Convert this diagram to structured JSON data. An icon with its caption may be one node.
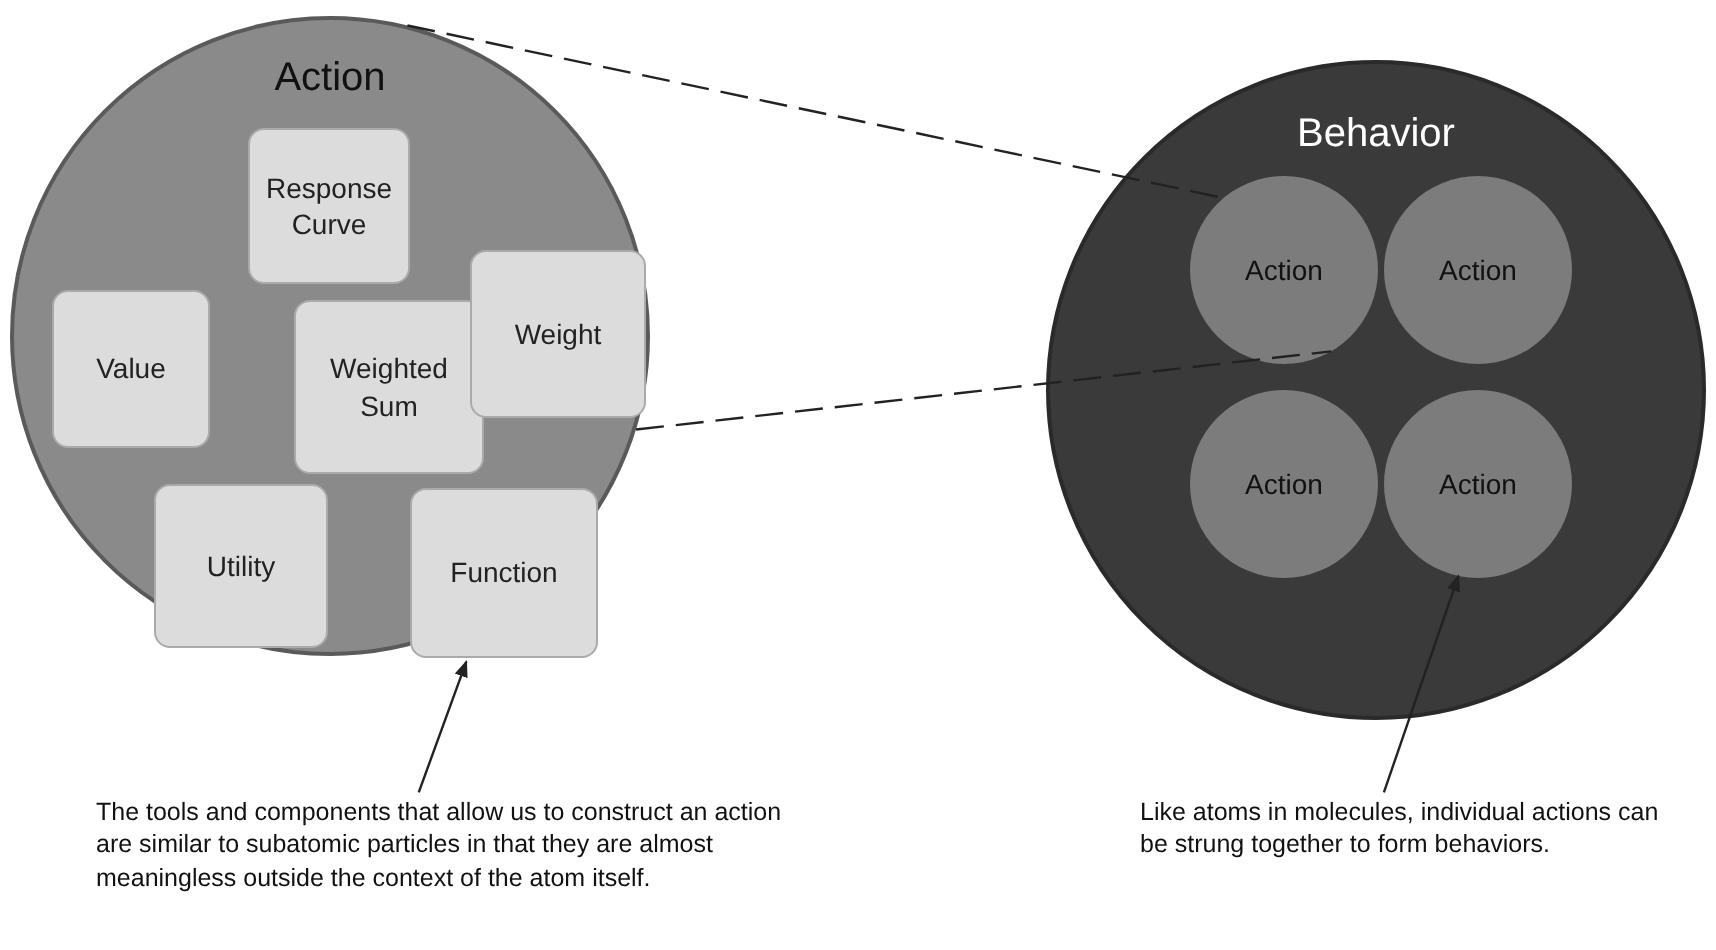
{
  "diagram": {
    "nodes": [
      {
        "text": [
          "Action"
        ]
      },
      {
        "text": [
          "Response Curve"
        ],
        "in": 0
      },
      {
        "text": [
          "Value"
        ],
        "in": 0
      },
      {
        "text": [
          "Weighted Sum"
        ],
        "in": 0
      },
      {
        "text": [
          "Weight"
        ],
        "in": 0
      },
      {
        "text": [
          "Utility"
        ],
        "in": 0
      },
      {
        "text": [
          "Function"
        ],
        "in": 0
      },
      {
        "text": [
          "Behavior"
        ]
      },
      {
        "text": [
          "Action"
        ],
        "in": 7
      },
      {
        "text": [
          "Action"
        ],
        "in": 7
      },
      {
        "text": [
          "Action"
        ],
        "in": 7
      },
      {
        "text": [
          "Action"
        ],
        "in": 7
      },
      {
        "text": [
          "The tools and components that allow us to construct an action are similar to subatomic particles in that they are almost meaningless outside the context of the atom itself."
        ]
      },
      {
        "text": [
          "Like atoms in molecules, individual actions can be strung together to form behaviors."
        ]
      }
    ],
    "edges": [
      {
        "from": 0,
        "to": 8,
        "arrow": "none",
        "style": "dashed"
      },
      {
        "from": 0,
        "to": 8,
        "arrow": "none",
        "style": "dashed"
      },
      {
        "from": 12,
        "to": 6,
        "arrow": "to"
      },
      {
        "from": 13,
        "to": 11,
        "arrow": "to"
      }
    ]
  }
}
